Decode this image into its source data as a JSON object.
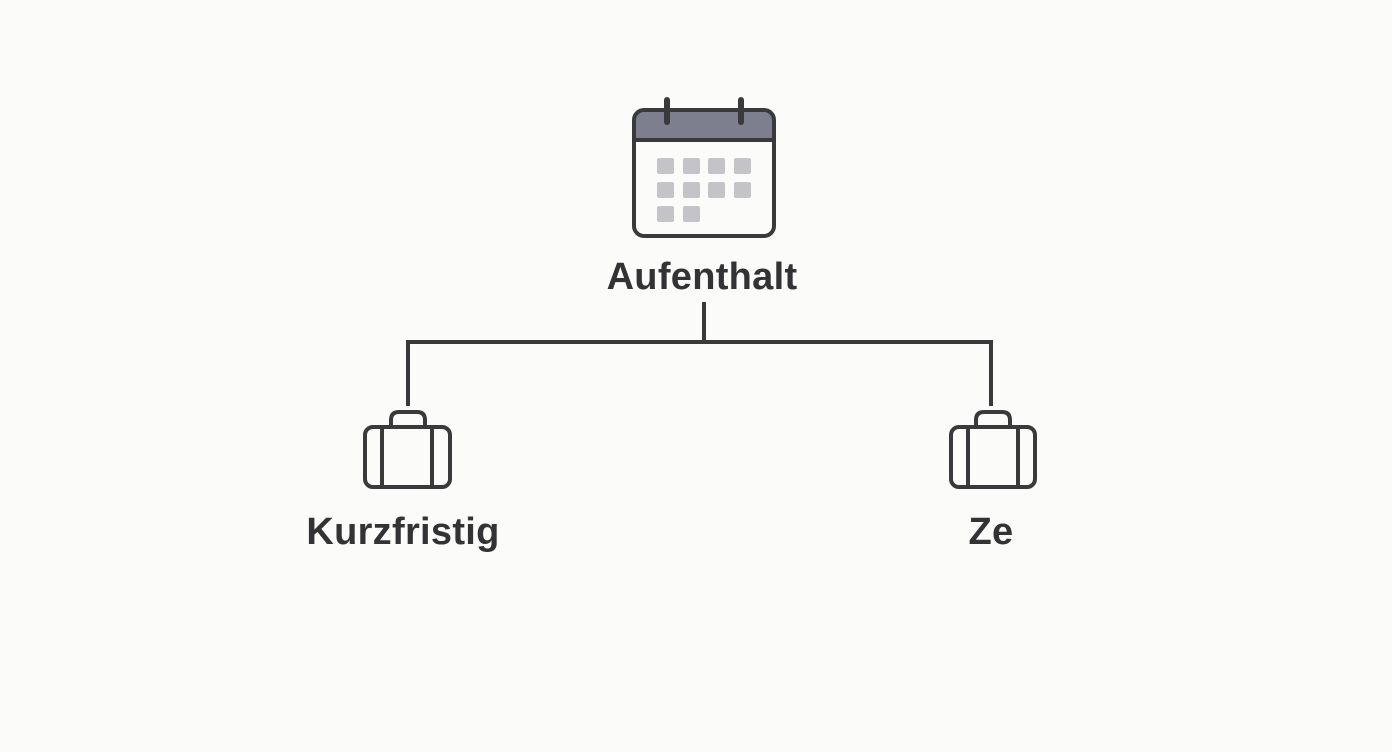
{
  "diagram": {
    "type": "tree",
    "root": {
      "label": "Aufenthalt",
      "icon": "calendar-icon"
    },
    "children": [
      {
        "label": "Kurzfristig",
        "icon": "briefcase-icon"
      },
      {
        "label": "Ze",
        "icon": "briefcase-icon"
      }
    ]
  },
  "colors": {
    "background": "#fbfbfa",
    "stroke": "#3a3a3d",
    "calendar_header": "#7d7f8e",
    "calendar_cells": "#c4c4c8",
    "text": "#333336"
  }
}
